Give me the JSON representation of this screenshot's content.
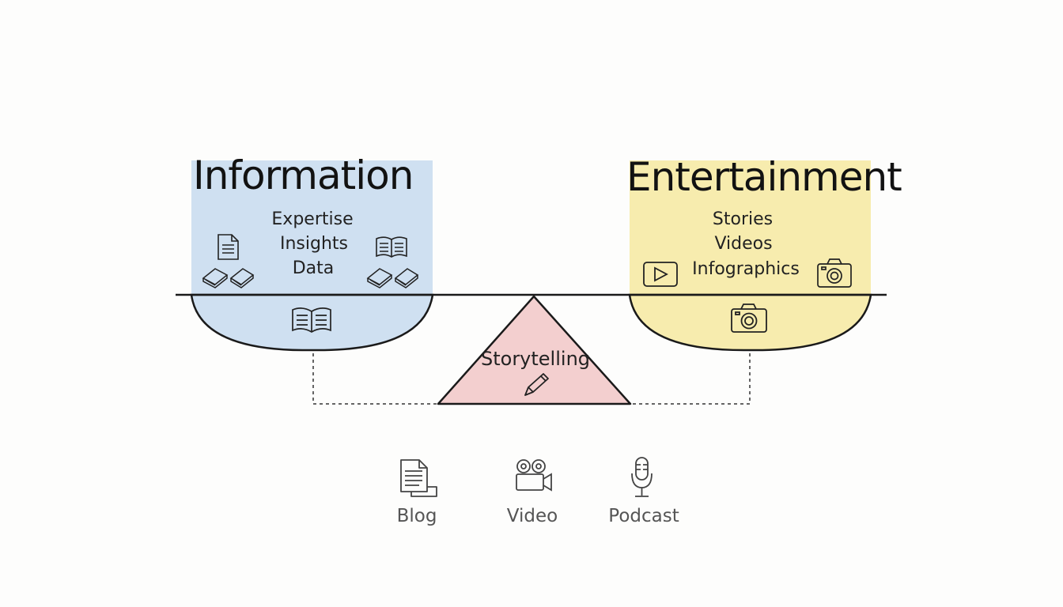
{
  "left_side": {
    "title": "Information",
    "items": [
      "Expertise",
      "Insights",
      "Data"
    ]
  },
  "right_side": {
    "title": "Entertainment",
    "items": [
      "Stories",
      "Videos",
      "Infographics"
    ]
  },
  "fulcrum": {
    "label": "Storytelling"
  },
  "formats": [
    {
      "label": "Blog",
      "icon": "document-icon"
    },
    {
      "label": "Video",
      "icon": "video-camera-icon"
    },
    {
      "label": "Podcast",
      "icon": "microphone-icon"
    }
  ],
  "colors": {
    "information": "#cfe0f1",
    "entertainment": "#f7ecae",
    "storytelling": "#f3cfcf",
    "stroke": "#1a1a1a"
  }
}
